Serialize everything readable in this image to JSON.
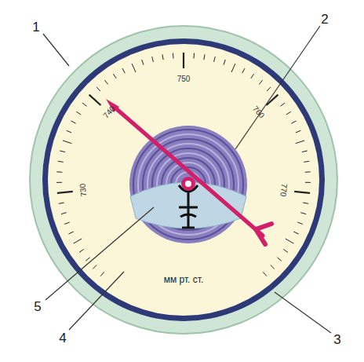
{
  "diagram": {
    "labels": [
      "1",
      "2",
      "3",
      "4",
      "5",
      "730",
      "740",
      "750",
      "760",
      "770",
      "мм рт. ст."
    ]
  }
}
